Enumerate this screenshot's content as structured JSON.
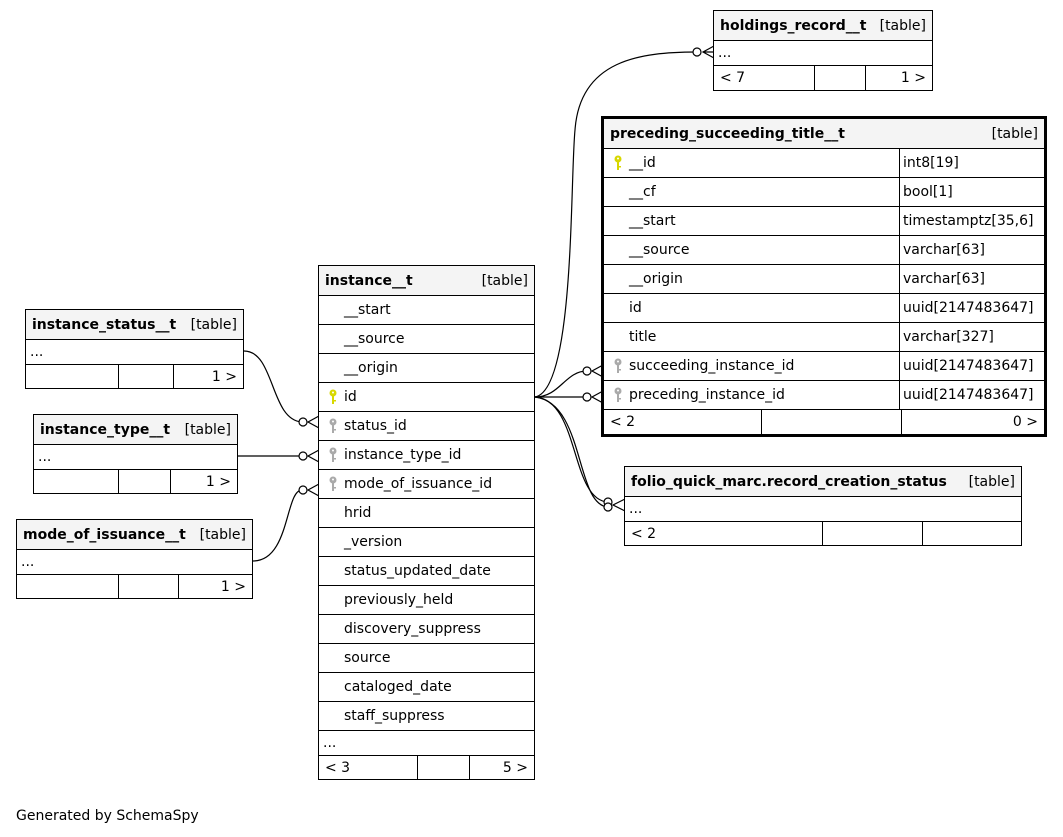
{
  "tables": {
    "holdings": {
      "name": "holdings_record__t",
      "tag": "[table]",
      "ellipsis": "...",
      "foot_left": "< 7",
      "foot_right": "1 >"
    },
    "preceding": {
      "name": "preceding_succeeding_title__t",
      "tag": "[table]",
      "columns": [
        {
          "name": "__id",
          "type": "int8[19]",
          "key": "primary"
        },
        {
          "name": "__cf",
          "type": "bool[1]",
          "key": ""
        },
        {
          "name": "__start",
          "type": "timestamptz[35,6]",
          "key": ""
        },
        {
          "name": "__source",
          "type": "varchar[63]",
          "key": ""
        },
        {
          "name": "__origin",
          "type": "varchar[63]",
          "key": ""
        },
        {
          "name": "id",
          "type": "uuid[2147483647]",
          "key": ""
        },
        {
          "name": "title",
          "type": "varchar[327]",
          "key": ""
        },
        {
          "name": "succeeding_instance_id",
          "type": "uuid[2147483647]",
          "key": "foreign"
        },
        {
          "name": "preceding_instance_id",
          "type": "uuid[2147483647]",
          "key": "foreign"
        }
      ],
      "foot_left": "< 2",
      "foot_right": "0 >"
    },
    "instance": {
      "name": "instance__t",
      "tag": "[table]",
      "columns": [
        {
          "name": "__start",
          "key": ""
        },
        {
          "name": "__source",
          "key": ""
        },
        {
          "name": "__origin",
          "key": ""
        },
        {
          "name": "id",
          "key": "primary"
        },
        {
          "name": "status_id",
          "key": "foreign"
        },
        {
          "name": "instance_type_id",
          "key": "foreign"
        },
        {
          "name": "mode_of_issuance_id",
          "key": "foreign"
        },
        {
          "name": "hrid",
          "key": ""
        },
        {
          "name": "_version",
          "key": ""
        },
        {
          "name": "status_updated_date",
          "key": ""
        },
        {
          "name": "previously_held",
          "key": ""
        },
        {
          "name": "discovery_suppress",
          "key": ""
        },
        {
          "name": "source",
          "key": ""
        },
        {
          "name": "cataloged_date",
          "key": ""
        },
        {
          "name": "staff_suppress",
          "key": ""
        }
      ],
      "ellipsis": "...",
      "foot_left": "< 3",
      "foot_right": "5 >"
    },
    "status": {
      "name": "instance_status__t",
      "tag": "[table]",
      "ellipsis": "...",
      "foot_left": "",
      "foot_right": "1 >"
    },
    "type": {
      "name": "instance_type__t",
      "tag": "[table]",
      "ellipsis": "...",
      "foot_left": "",
      "foot_right": "1 >"
    },
    "mode": {
      "name": "mode_of_issuance__t",
      "tag": "[table]",
      "ellipsis": "...",
      "foot_left": "",
      "foot_right": "1 >"
    },
    "folio": {
      "name": "folio_quick_marc.record_creation_status",
      "tag": "[table]",
      "ellipsis": "...",
      "foot_left": "< 2",
      "foot_right": ""
    }
  },
  "footer": {
    "generated": "Generated by SchemaSpy"
  },
  "colors": {
    "primary_key": "#d8d800",
    "foreign_key": "#aaaaaa",
    "header_bg": "#f4f4f4"
  }
}
